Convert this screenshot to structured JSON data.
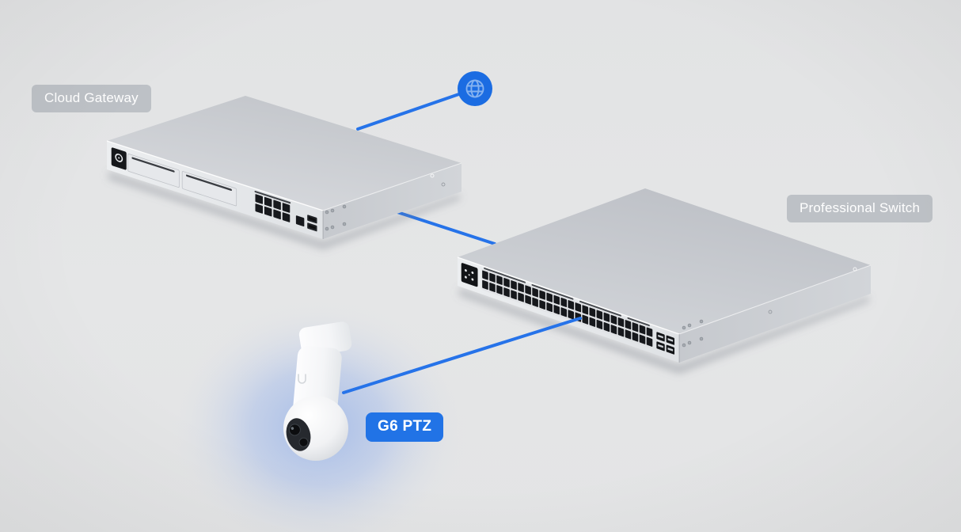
{
  "diagram": {
    "background_color": "#e4e5e6",
    "accent_blue": "#2173e6",
    "badge_gray_bg": "rgba(186,190,195,0.92)",
    "internet_node": {
      "icon": "globe-icon",
      "circle_color": "#1b6ce2",
      "glyph_color": "#85b2f0"
    },
    "devices": [
      {
        "id": "cloud-gateway",
        "label": "Cloud Gateway",
        "badge_style": "gray"
      },
      {
        "id": "professional-switch",
        "label": "Professional Switch",
        "badge_style": "gray"
      },
      {
        "id": "g6-ptz-camera",
        "label": "G6 PTZ",
        "badge_style": "blue"
      }
    ],
    "connections": [
      {
        "from": "internet",
        "to": "cloud-gateway"
      },
      {
        "from": "cloud-gateway",
        "to": "professional-switch"
      },
      {
        "from": "professional-switch",
        "to": "g6-ptz-camera"
      }
    ]
  }
}
